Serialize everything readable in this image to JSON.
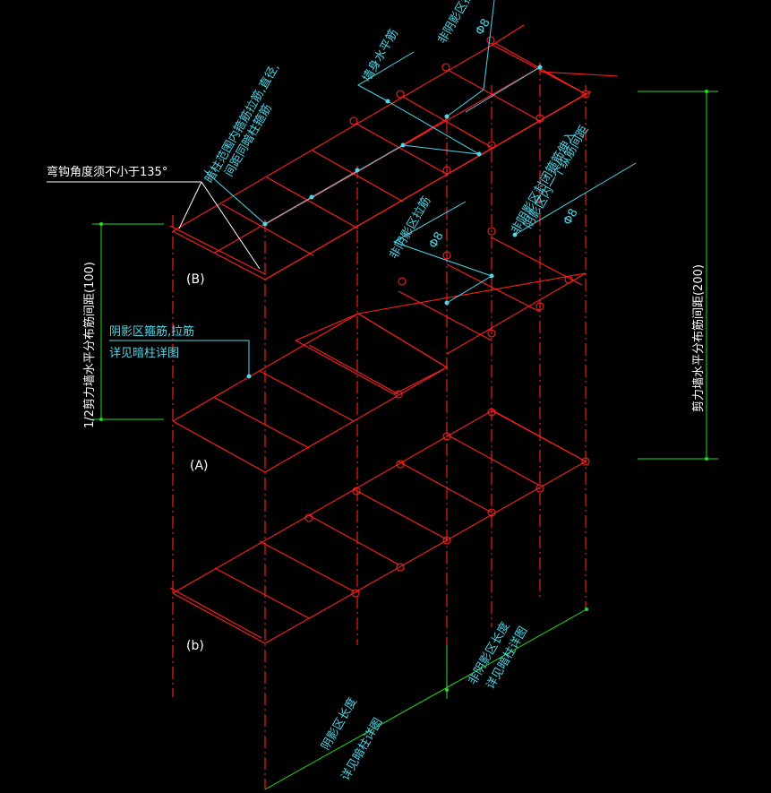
{
  "labels": {
    "hook_angle": "弯钩角度须不小于135°",
    "section_B": "(B)",
    "section_A": "(A)",
    "section_b": "(b)",
    "half_spacing": "1/2剪力墙水平分布筋间距(100)",
    "full_spacing": "剪力墙水平分布筋间距(200)",
    "yinying_stirrup_1": "阴影区箍筋,拉筋",
    "yinying_stirrup_2": "详见暗柱详图",
    "wall_horizontal": "墙身水平筋",
    "non_shadow_tie_top": "非阴影区拉筋",
    "non_shadow_tie_top_dia": "Φ8",
    "non_shadow_tie_mid": "非阴影区拉筋",
    "non_shadow_tie_mid_dia": "Φ8",
    "non_shadow_stirrup_1": "非阴影区封闭箍筋伸入",
    "non_shadow_stirrup_2": "阴影区内一个纵筋间距",
    "non_shadow_stirrup_dia": "Φ8",
    "column_range_1": "暗柱范围内箍筋拉筋,直径,",
    "column_range_2": "间距同暗柱箍筋",
    "shadow_len_1": "阴影区长度",
    "shadow_len_2": "详见暗柱详图",
    "nonshadow_len_1": "非阴影区长度",
    "nonshadow_len_2": "详见暗柱详图"
  },
  "colors": {
    "background": "#000000",
    "rebar": "#ff2020",
    "leader": "#4fd6e8",
    "dimension": "#22dd22",
    "annotation": "#ffffff"
  }
}
